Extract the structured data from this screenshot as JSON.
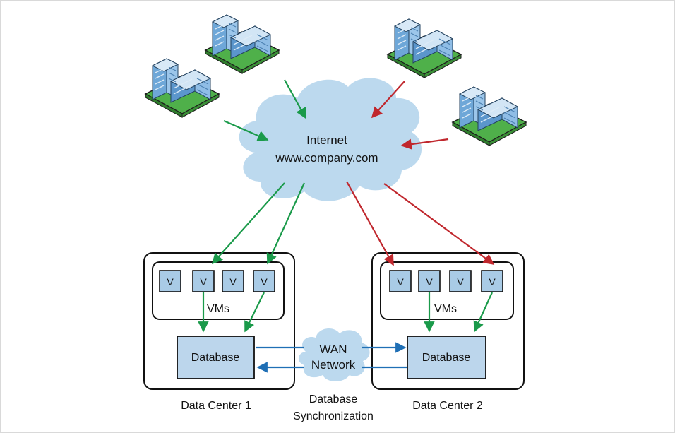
{
  "cloud": {
    "line1": "Internet",
    "line2": "www.company.com"
  },
  "wan": {
    "line1": "WAN",
    "line2": "Network"
  },
  "sync_label": {
    "line1": "Database",
    "line2": "Synchronization"
  },
  "dc1": {
    "label": "Data Center 1",
    "vms_label": "VMs",
    "vm_labels": [
      "V",
      "V",
      "V",
      "V"
    ],
    "db_label": "Database"
  },
  "dc2": {
    "label": "Data Center 2",
    "vms_label": "VMs",
    "vm_labels": [
      "V",
      "V",
      "V",
      "V"
    ],
    "db_label": "Database"
  },
  "colors": {
    "green_arrow": "#1a9a4a",
    "red_arrow": "#c0272d",
    "blue_arrow": "#1f6fb5",
    "cloud": "#bcd9ee",
    "vm_fill": "#a9cbe6",
    "db_fill": "#bcd6ec"
  },
  "icons": [
    "office-building-icon",
    "office-building-icon",
    "office-building-icon",
    "office-building-icon"
  ]
}
